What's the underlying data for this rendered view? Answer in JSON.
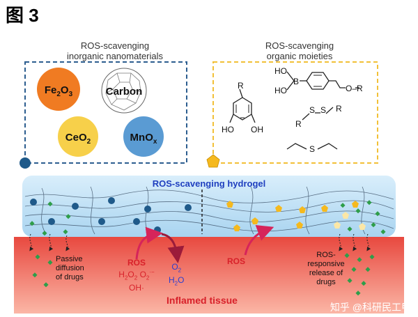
{
  "figure_label": "图 3",
  "inorganic": {
    "title_line1": "ROS-scavenging",
    "title_line2": "inorganic nanomaterials",
    "items": [
      {
        "main": "Fe",
        "sub": "2",
        "rest": "O",
        "sub2": "3",
        "color": "#f07b22"
      },
      {
        "main": "Carbon",
        "color": "#ffffff"
      },
      {
        "main": "CeO",
        "sub": "2",
        "color": "#f7d04a"
      },
      {
        "main": "MnO",
        "sub": "x",
        "color": "#5a9bd3"
      }
    ]
  },
  "organic": {
    "title_line1": "ROS-scavenging",
    "title_line2": "organic moieties",
    "labels": {
      "r": "R",
      "ho": "HO",
      "oh": "OH",
      "b": "B",
      "o_r": "O–R",
      "s": "S"
    }
  },
  "hydrogel": {
    "title": "ROS-scavenging hydrogel",
    "color": "#bfe0f5"
  },
  "tissue": {
    "title": "Inflamed tissue",
    "color": "#f26b5b"
  },
  "annotations": {
    "passive_line1": "Passive",
    "passive_line2": "diffusion",
    "passive_line3": "of drugs",
    "ros_left": "ROS",
    "h2o2": "H",
    "o2minus": "O",
    "oh_radical": "OH·",
    "o2": "O",
    "h2o": "H",
    "ros_right": "ROS",
    "responsive_line1": "ROS-",
    "responsive_line2": "responsive",
    "responsive_line3": "release of",
    "responsive_line4": "drugs"
  },
  "watermark": "知乎 @科研民工甲"
}
